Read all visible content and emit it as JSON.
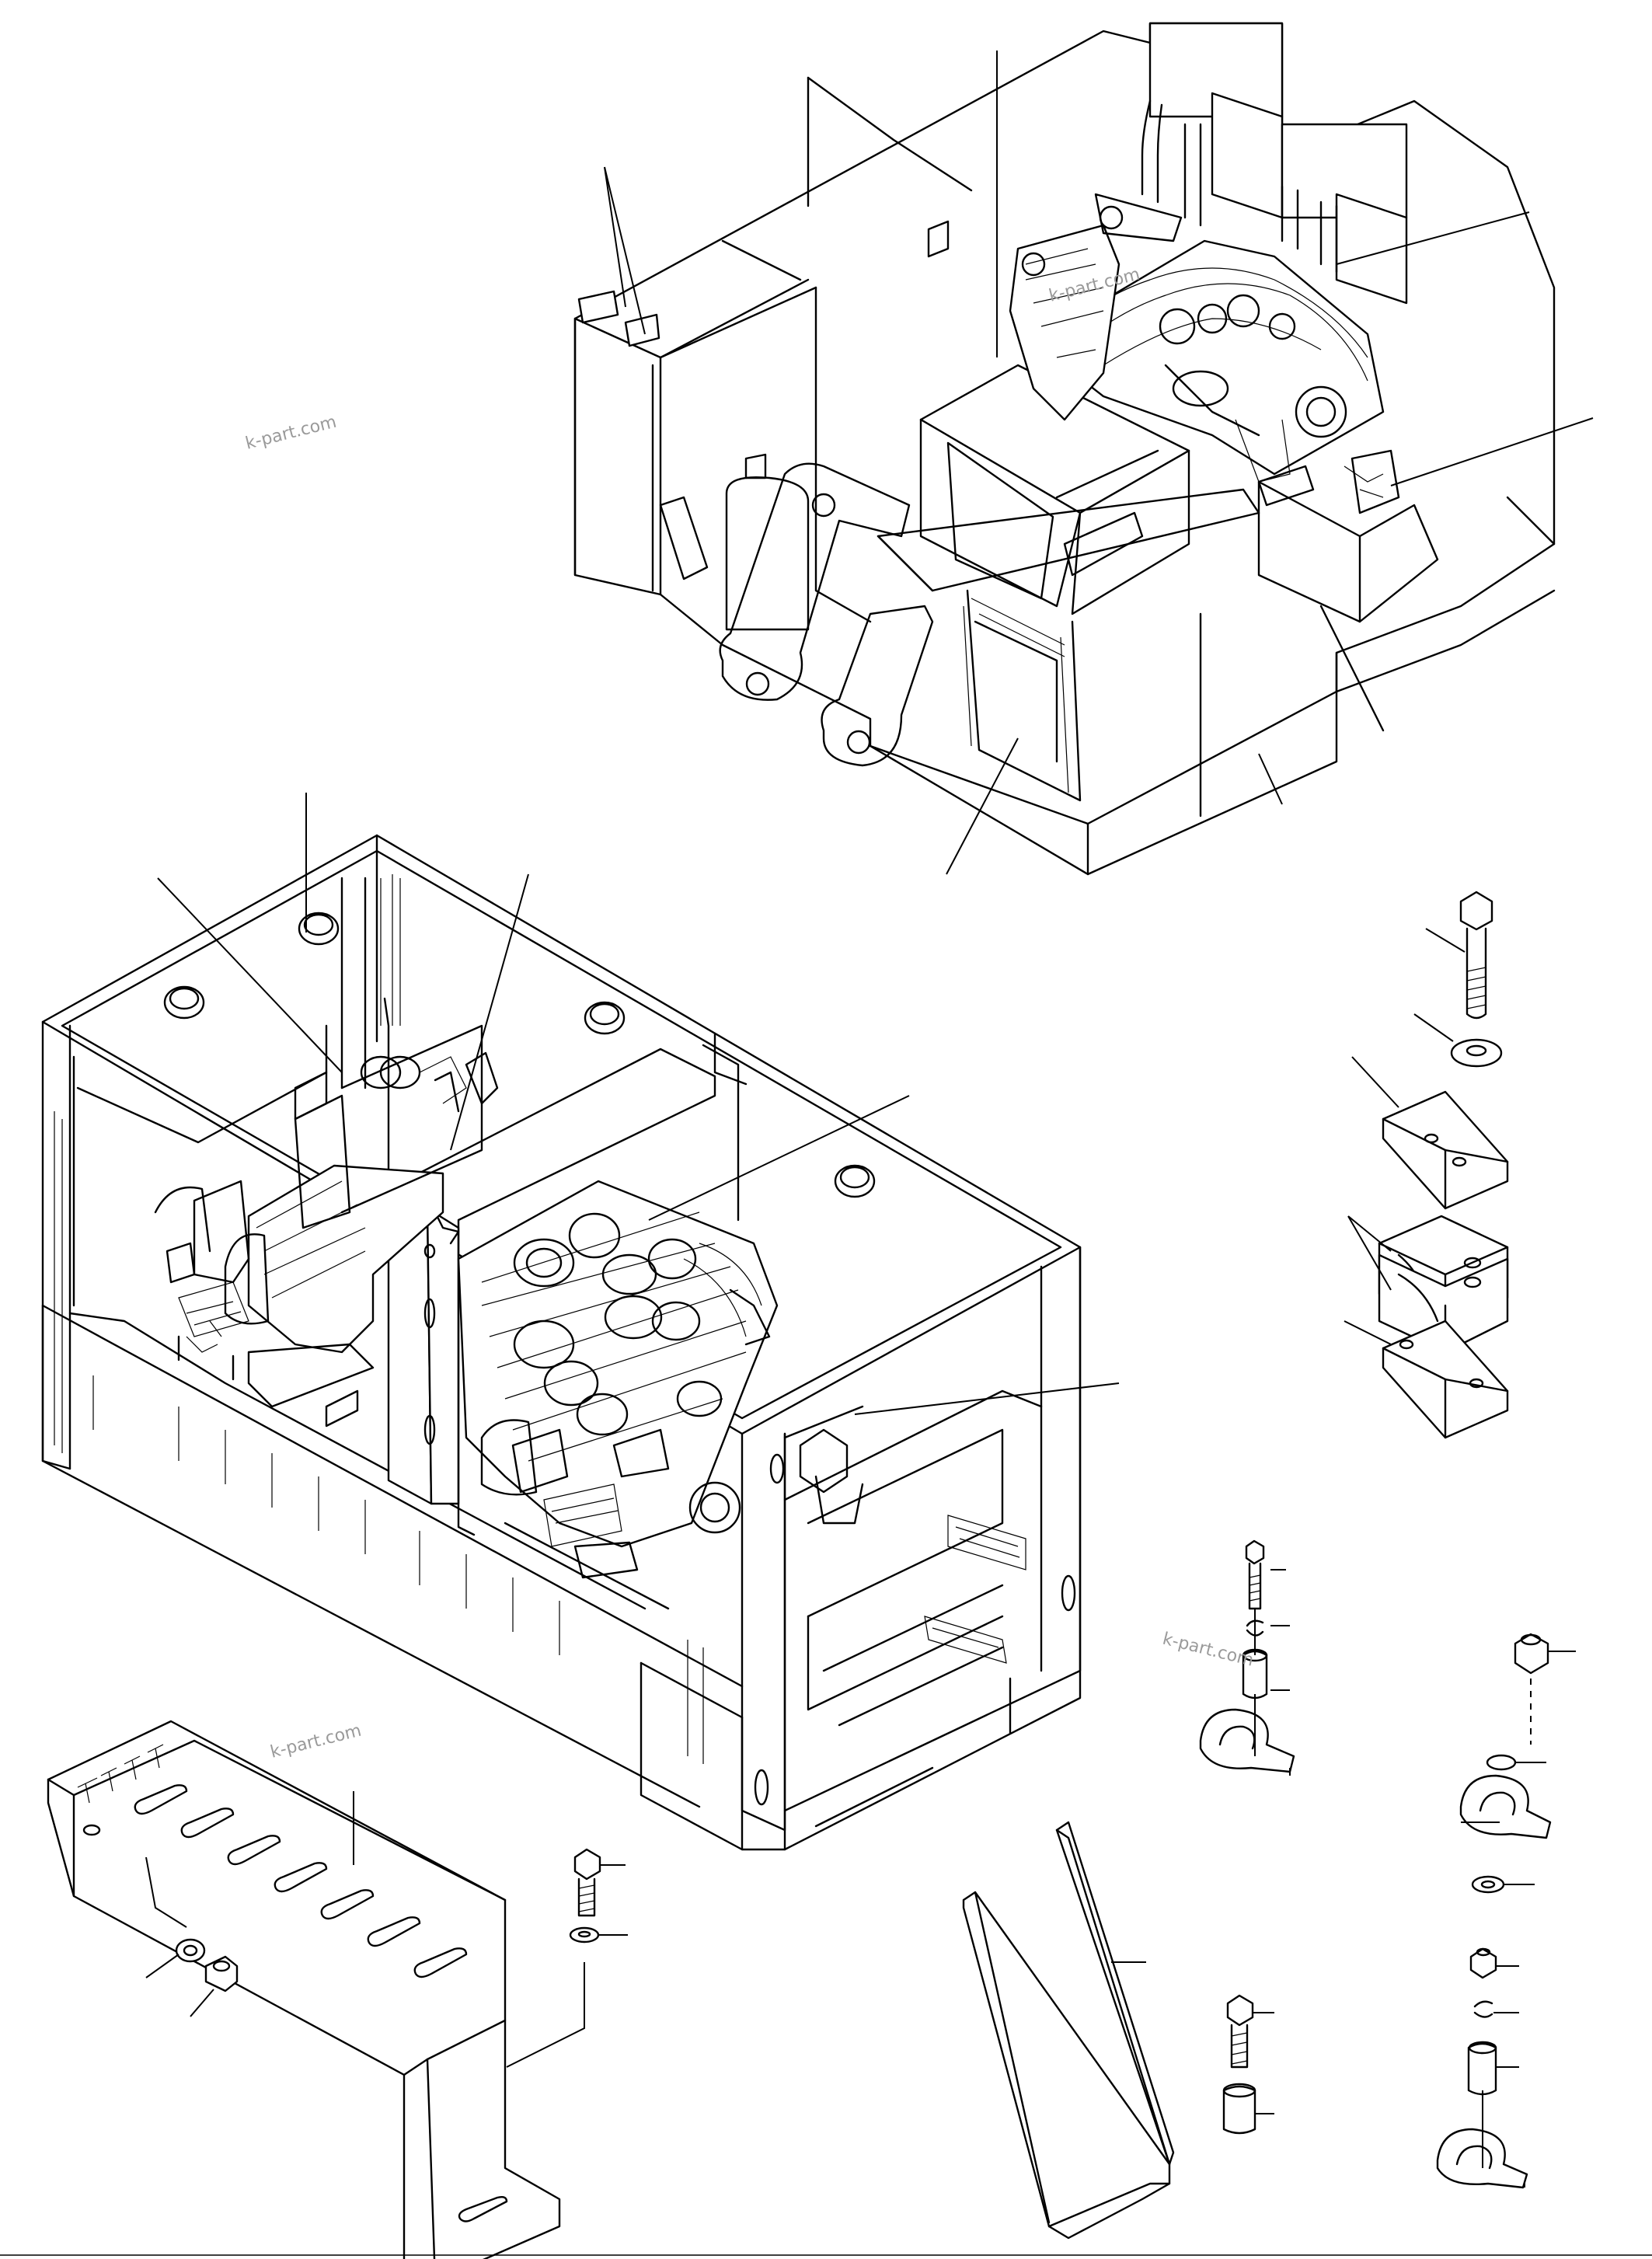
{
  "watermarks": [
    {
      "id": "wm1",
      "text": "k-part.com"
    },
    {
      "id": "wm2",
      "text": "k-part.com"
    },
    {
      "id": "wm3",
      "text": "k-part.com"
    },
    {
      "id": "wm4",
      "text": "k-part.com"
    }
  ],
  "colors": {
    "line": "#000000",
    "background": "#ffffff",
    "watermark": "#9a9a9a"
  }
}
